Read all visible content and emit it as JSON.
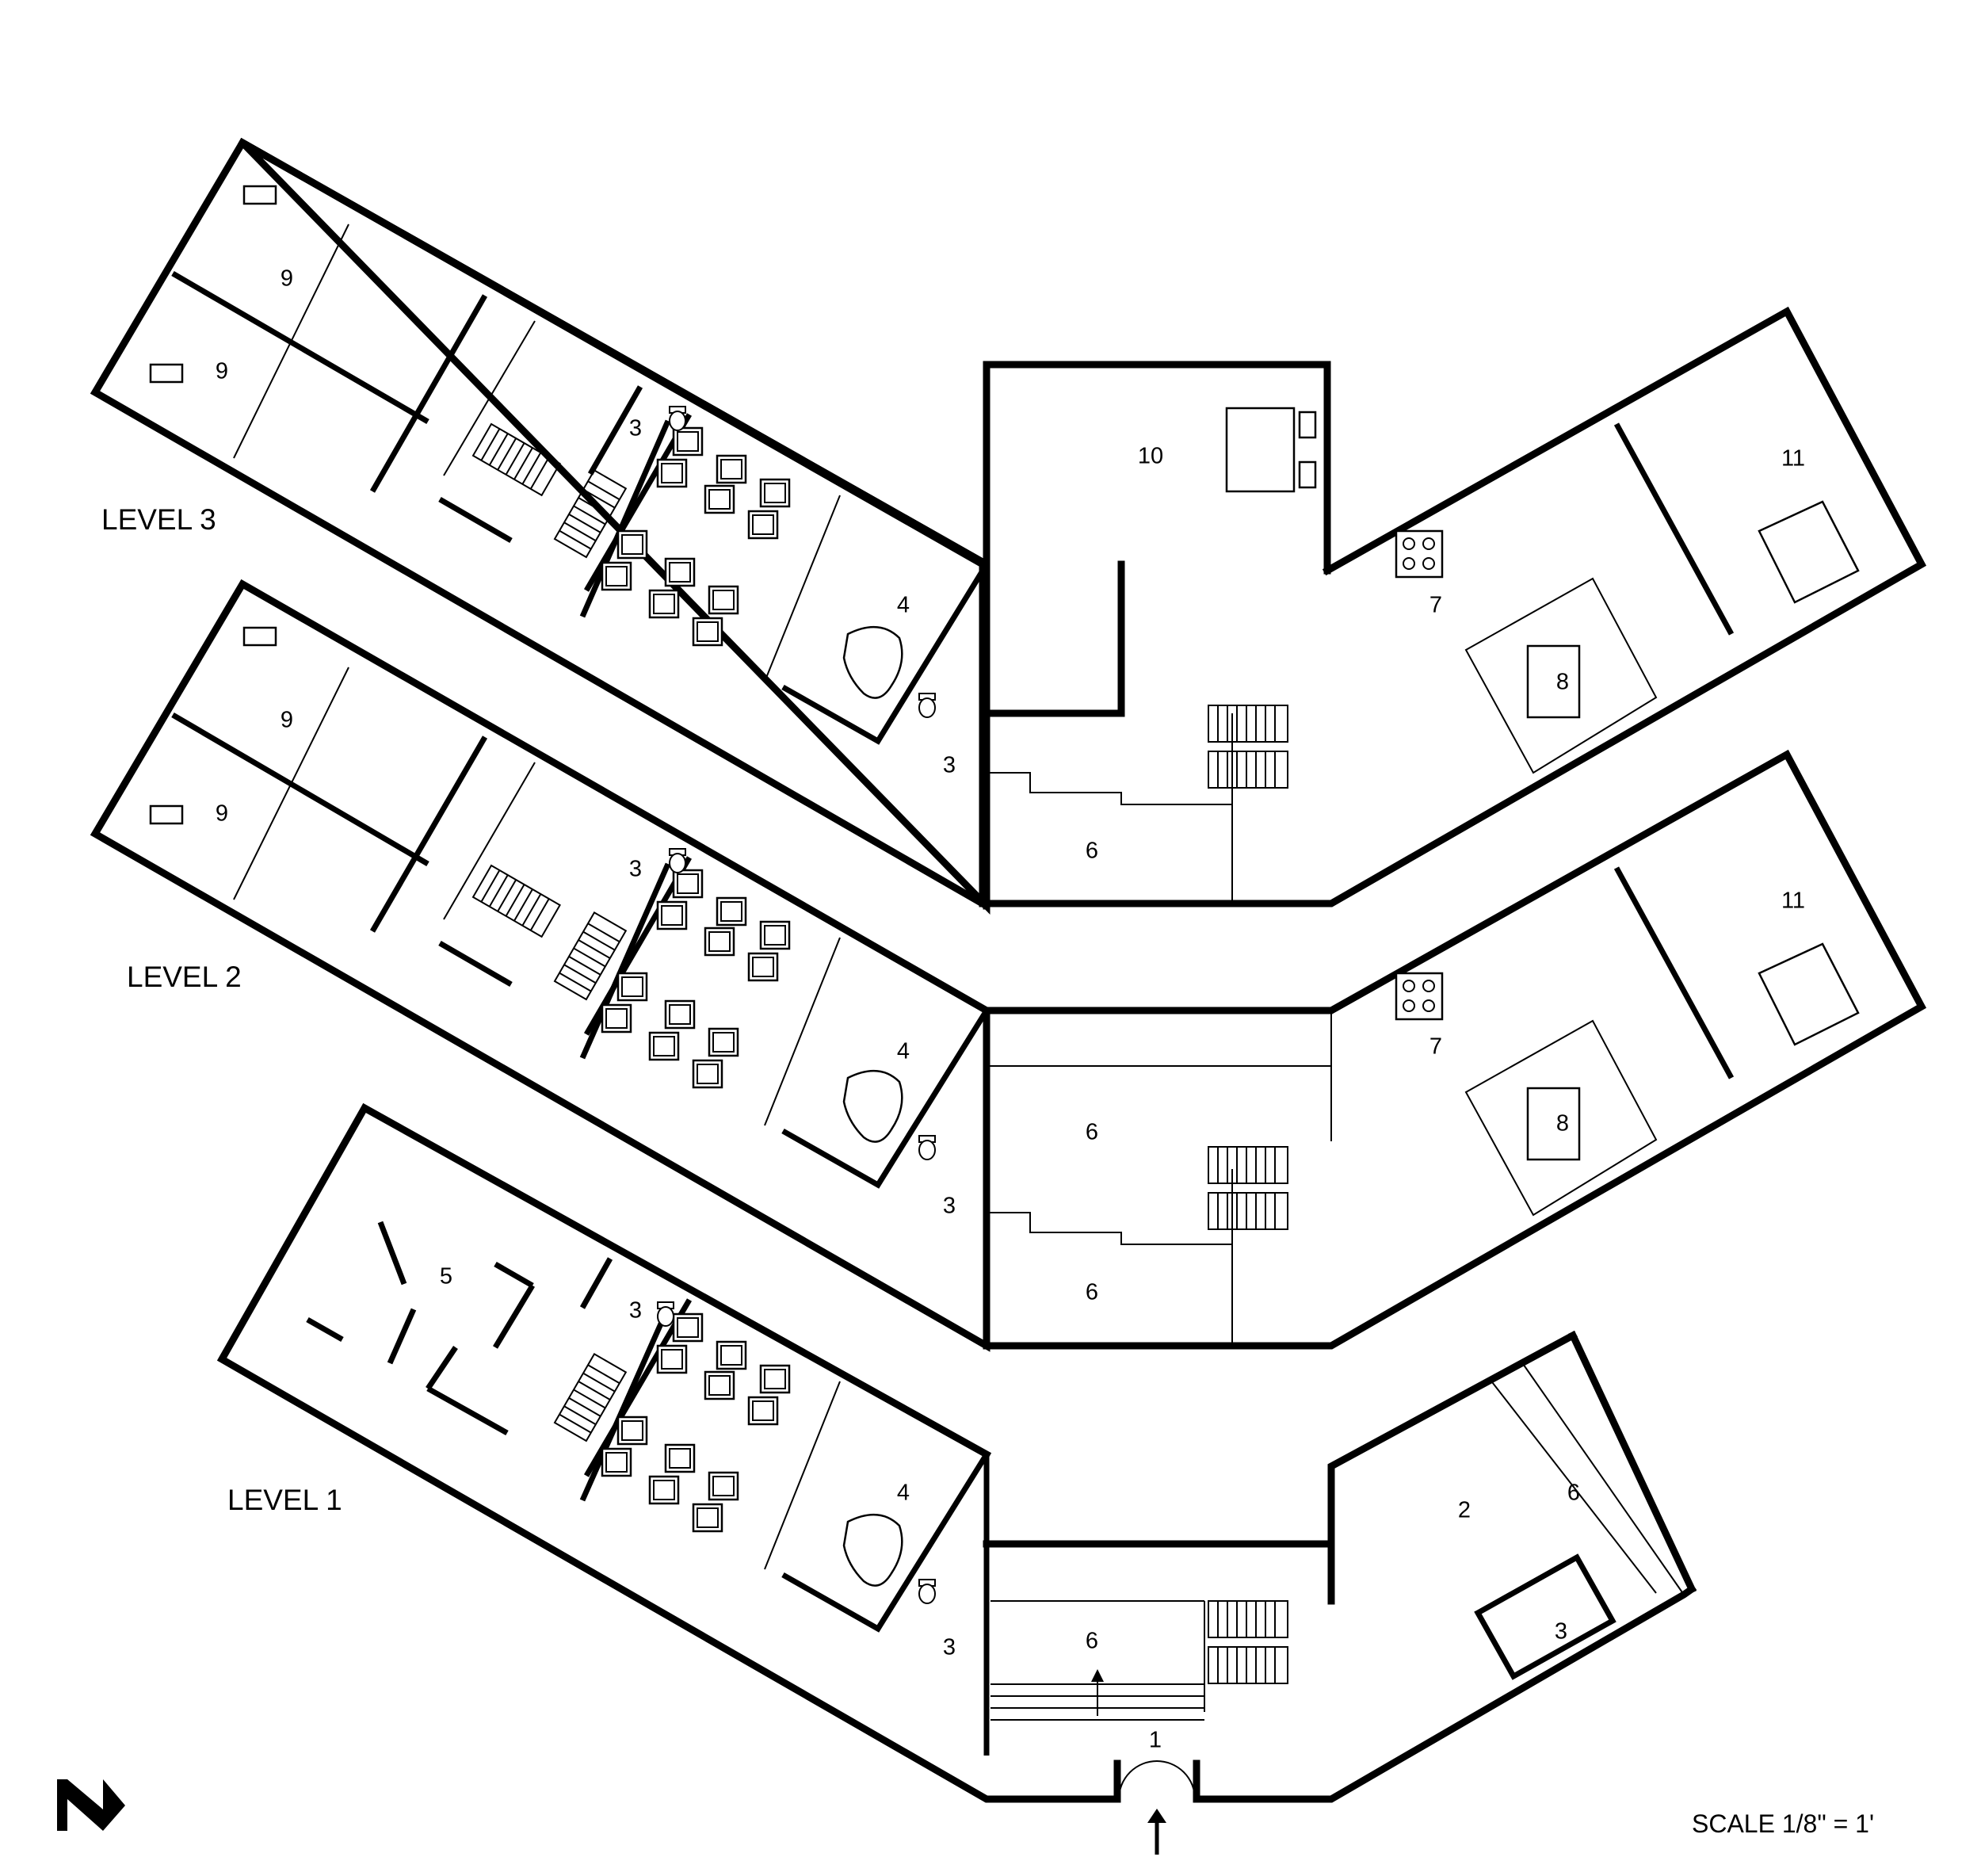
{
  "levels": [
    {
      "id": "level-3",
      "label": "LEVEL 3"
    },
    {
      "id": "level-2",
      "label": "LEVEL 2"
    },
    {
      "id": "level-1",
      "label": "LEVEL 1"
    }
  ],
  "rooms": {
    "level3": {
      "r9a": "9",
      "r9b": "9",
      "r3a": "3",
      "r4": "4",
      "r3b": "3",
      "r10": "10",
      "r6": "6",
      "r7": "7",
      "r8": "8",
      "r11": "11"
    },
    "level2": {
      "r9a": "9",
      "r9b": "9",
      "r3a": "3",
      "r4": "4",
      "r3b": "3",
      "r6a": "6",
      "r6b": "6",
      "r7": "7",
      "r8": "8",
      "r11": "11"
    },
    "level1": {
      "r5": "5",
      "r3a": "3",
      "r4": "4",
      "r3b": "3",
      "r6a": "6",
      "r1": "1",
      "r2": "2",
      "r6b": "6",
      "r3c": "3"
    }
  },
  "scale": "SCALE 1/8\" = 1'",
  "north_icon": "north-arrow-icon"
}
